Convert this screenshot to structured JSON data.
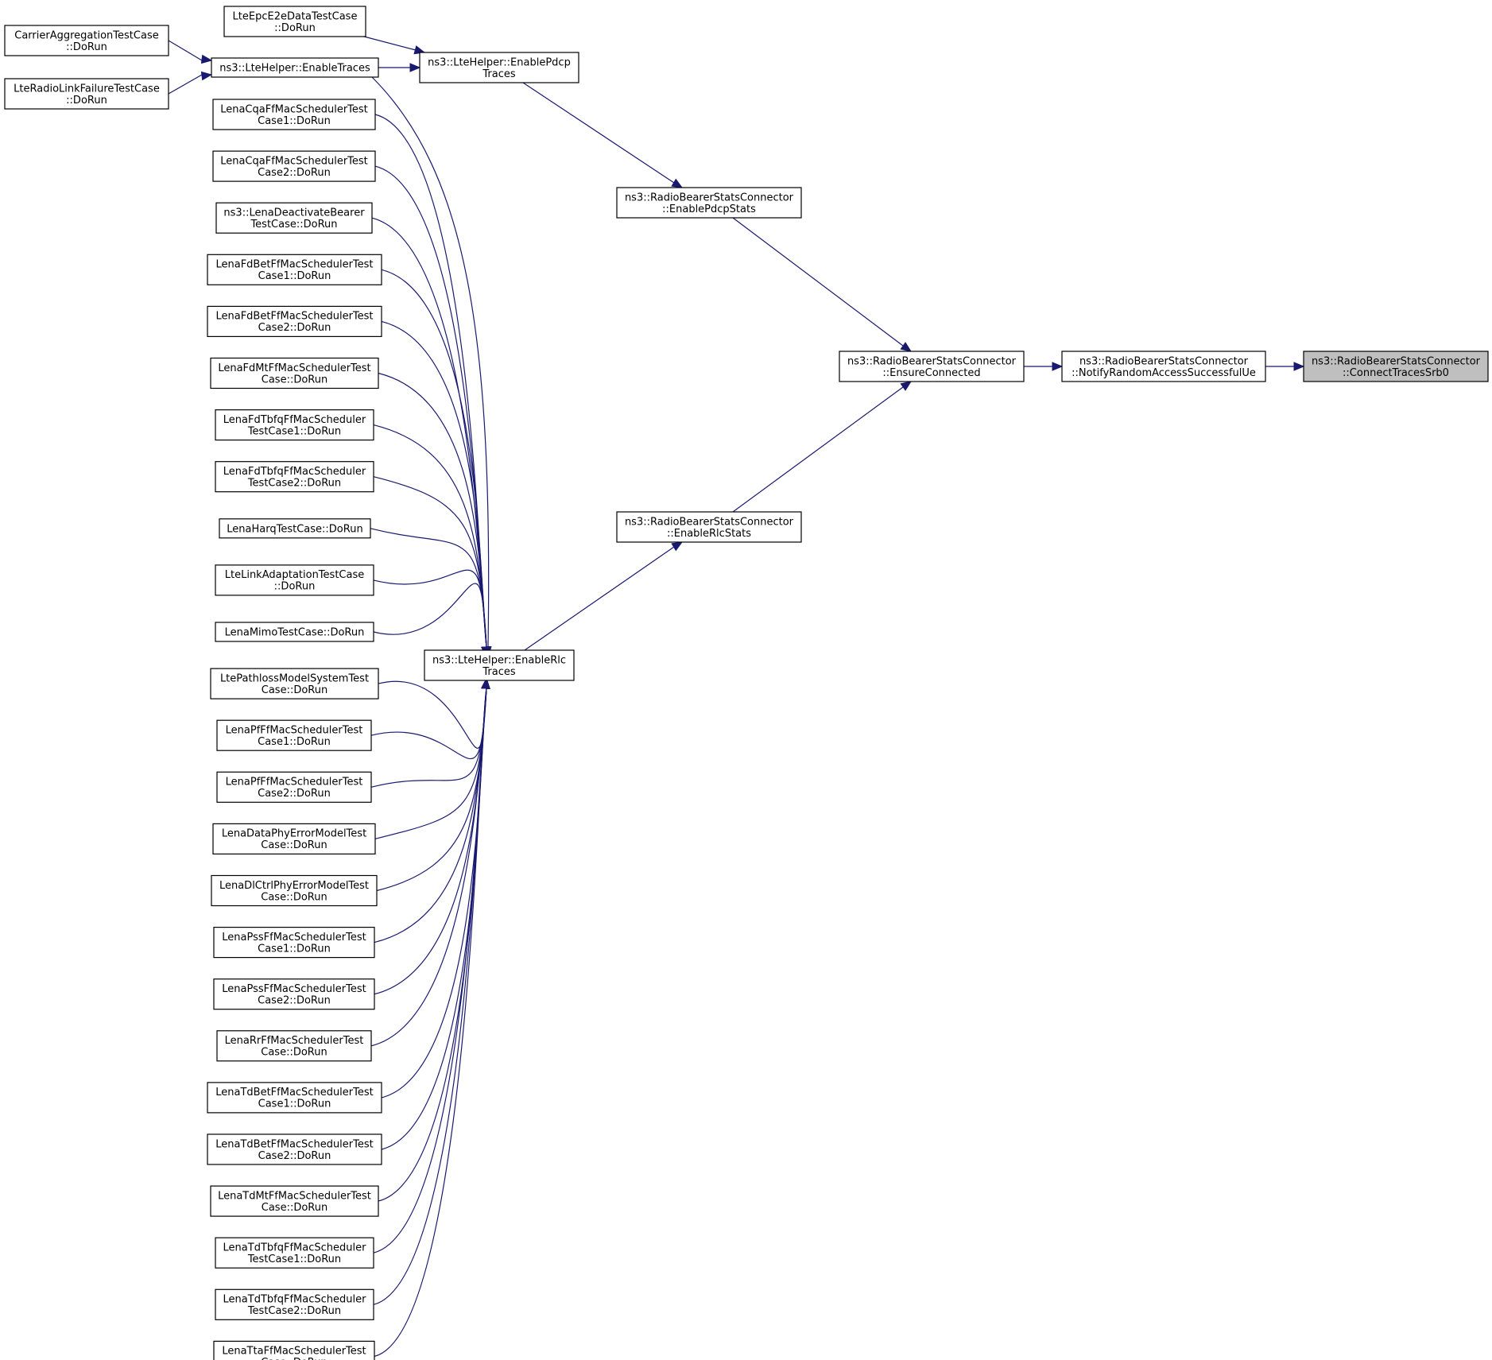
{
  "nodes": {
    "carrier": {
      "lines": [
        "CarrierAggregationTestCase",
        "::DoRun"
      ]
    },
    "rlf": {
      "lines": [
        "LteRadioLinkFailureTestCase",
        "::DoRun"
      ]
    },
    "epce2e": {
      "lines": [
        "LteEpcE2eDataTestCase",
        "::DoRun"
      ]
    },
    "enTraces": {
      "lines": [
        "ns3::LteHelper::EnableTraces"
      ]
    },
    "enPdcp": {
      "lines": [
        "ns3::LteHelper::EnablePdcp",
        "Traces"
      ]
    },
    "enPdcpStats": {
      "lines": [
        "ns3::RadioBearerStatsConnector",
        "::EnablePdcpStats"
      ]
    },
    "ensure": {
      "lines": [
        "ns3::RadioBearerStatsConnector",
        "::EnsureConnected"
      ]
    },
    "notify": {
      "lines": [
        "ns3::RadioBearerStatsConnector",
        "::NotifyRandomAccessSuccessfulUe"
      ]
    },
    "target": {
      "lines": [
        "ns3::RadioBearerStatsConnector",
        "::ConnectTracesSrb0"
      ]
    },
    "enRlcStats": {
      "lines": [
        "ns3::RadioBearerStatsConnector",
        "::EnableRlcStats"
      ]
    },
    "enRlc": {
      "lines": [
        "ns3::LteHelper::EnableRlc",
        "Traces"
      ]
    },
    "c01": {
      "lines": [
        "LenaCqaFfMacSchedulerTest",
        "Case1::DoRun"
      ]
    },
    "c02": {
      "lines": [
        "LenaCqaFfMacSchedulerTest",
        "Case2::DoRun"
      ]
    },
    "c03": {
      "lines": [
        "ns3::LenaDeactivateBearer",
        "TestCase::DoRun"
      ]
    },
    "c04": {
      "lines": [
        "LenaFdBetFfMacSchedulerTest",
        "Case1::DoRun"
      ]
    },
    "c05": {
      "lines": [
        "LenaFdBetFfMacSchedulerTest",
        "Case2::DoRun"
      ]
    },
    "c06": {
      "lines": [
        "LenaFdMtFfMacSchedulerTest",
        "Case::DoRun"
      ]
    },
    "c07": {
      "lines": [
        "LenaFdTbfqFfMacScheduler",
        "TestCase1::DoRun"
      ]
    },
    "c08": {
      "lines": [
        "LenaFdTbfqFfMacScheduler",
        "TestCase2::DoRun"
      ]
    },
    "c09": {
      "lines": [
        "LenaHarqTestCase::DoRun"
      ]
    },
    "c10": {
      "lines": [
        "LteLinkAdaptationTestCase",
        "::DoRun"
      ]
    },
    "c11": {
      "lines": [
        "LenaMimoTestCase::DoRun"
      ]
    },
    "c12": {
      "lines": [
        "LtePathlossModelSystemTest",
        "Case::DoRun"
      ]
    },
    "c13": {
      "lines": [
        "LenaPfFfMacSchedulerTest",
        "Case1::DoRun"
      ]
    },
    "c14": {
      "lines": [
        "LenaPfFfMacSchedulerTest",
        "Case2::DoRun"
      ]
    },
    "c15": {
      "lines": [
        "LenaDataPhyErrorModelTest",
        "Case::DoRun"
      ]
    },
    "c16": {
      "lines": [
        "LenaDlCtrlPhyErrorModelTest",
        "Case::DoRun"
      ]
    },
    "c17": {
      "lines": [
        "LenaPssFfMacSchedulerTest",
        "Case1::DoRun"
      ]
    },
    "c18": {
      "lines": [
        "LenaPssFfMacSchedulerTest",
        "Case2::DoRun"
      ]
    },
    "c19": {
      "lines": [
        "LenaRrFfMacSchedulerTest",
        "Case::DoRun"
      ]
    },
    "c20": {
      "lines": [
        "LenaTdBetFfMacSchedulerTest",
        "Case1::DoRun"
      ]
    },
    "c21": {
      "lines": [
        "LenaTdBetFfMacSchedulerTest",
        "Case2::DoRun"
      ]
    },
    "c22": {
      "lines": [
        "LenaTdMtFfMacSchedulerTest",
        "Case::DoRun"
      ]
    },
    "c23": {
      "lines": [
        "LenaTdTbfqFfMacScheduler",
        "TestCase1::DoRun"
      ]
    },
    "c24": {
      "lines": [
        "LenaTdTbfqFfMacScheduler",
        "TestCase2::DoRun"
      ]
    },
    "c25": {
      "lines": [
        "LenaTtaFfMacSchedulerTest",
        "Case::DoRun"
      ]
    }
  },
  "highlight_node": "target",
  "edges": [
    {
      "from": "carrier",
      "to": "enTraces"
    },
    {
      "from": "rlf",
      "to": "enTraces"
    },
    {
      "from": "epce2e",
      "to": "enPdcp"
    },
    {
      "from": "enTraces",
      "to": "enPdcp"
    },
    {
      "from": "enTraces",
      "to": "enRlc"
    },
    {
      "from": "enPdcp",
      "to": "enPdcpStats"
    },
    {
      "from": "enPdcpStats",
      "to": "ensure"
    },
    {
      "from": "enRlcStats",
      "to": "ensure"
    },
    {
      "from": "ensure",
      "to": "notify"
    },
    {
      "from": "notify",
      "to": "target"
    },
    {
      "from": "enRlc",
      "to": "enRlcStats"
    },
    {
      "from": "c01",
      "to": "enRlc"
    },
    {
      "from": "c02",
      "to": "enRlc"
    },
    {
      "from": "c03",
      "to": "enRlc"
    },
    {
      "from": "c04",
      "to": "enRlc"
    },
    {
      "from": "c05",
      "to": "enRlc"
    },
    {
      "from": "c06",
      "to": "enRlc"
    },
    {
      "from": "c07",
      "to": "enRlc"
    },
    {
      "from": "c08",
      "to": "enRlc"
    },
    {
      "from": "c09",
      "to": "enRlc"
    },
    {
      "from": "c10",
      "to": "enRlc"
    },
    {
      "from": "c11",
      "to": "enRlc"
    },
    {
      "from": "c12",
      "to": "enRlc"
    },
    {
      "from": "c13",
      "to": "enRlc"
    },
    {
      "from": "c14",
      "to": "enRlc"
    },
    {
      "from": "c15",
      "to": "enRlc"
    },
    {
      "from": "c16",
      "to": "enRlc"
    },
    {
      "from": "c17",
      "to": "enRlc"
    },
    {
      "from": "c18",
      "to": "enRlc"
    },
    {
      "from": "c19",
      "to": "enRlc"
    },
    {
      "from": "c20",
      "to": "enRlc"
    },
    {
      "from": "c21",
      "to": "enRlc"
    },
    {
      "from": "c22",
      "to": "enRlc"
    },
    {
      "from": "c23",
      "to": "enRlc"
    },
    {
      "from": "c24",
      "to": "enRlc"
    },
    {
      "from": "c25",
      "to": "enRlc"
    }
  ],
  "colors": {
    "edge": "#191970",
    "highlight_fill": "#bfbfbf",
    "border": "#000000"
  }
}
